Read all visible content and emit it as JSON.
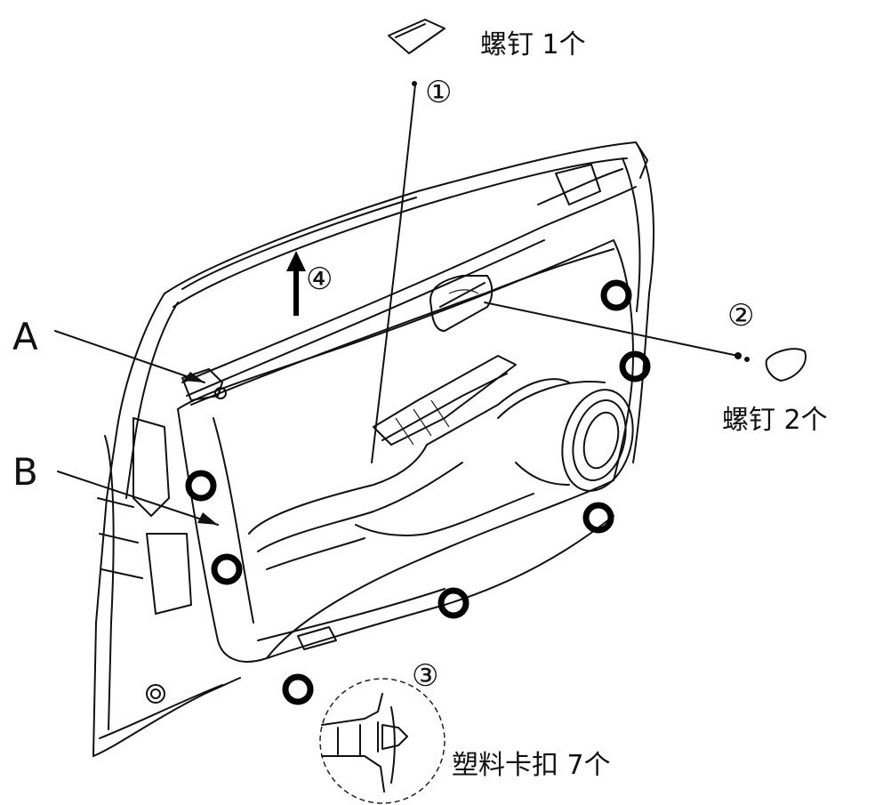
{
  "labels": {
    "point_a": "A",
    "point_b": "B"
  },
  "steps": {
    "s1": "①",
    "s2": "②",
    "s3": "③",
    "s4": "④"
  },
  "notes": {
    "screw_1": "螺钉 1个",
    "screw_2": "螺钉 2个",
    "clips": "塑料卡扣 7个"
  },
  "colors": {
    "line": "#111111",
    "background": "#ffffff"
  }
}
